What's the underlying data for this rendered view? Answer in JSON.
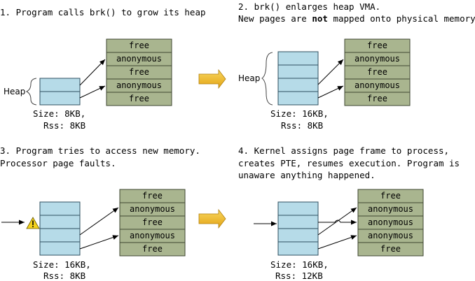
{
  "colors": {
    "heap_fill": "#b6dbe8",
    "heap_stroke": "#2f4f5f",
    "phys_fill": "#a9b58f",
    "phys_stroke": "#3e4632",
    "arrow_fill": "#f2b81b",
    "warning_fill": "#f4d21d",
    "line": "#000000"
  },
  "steps": [
    {
      "caption_lines": [
        "1. Program calls brk() to grow its heap"
      ],
      "heap_label": "Heap",
      "size_label": "Size: 8KB,",
      "rss_label": "Rss: 8KB",
      "frames": [
        "free",
        "anonymous",
        "free",
        "anonymous",
        "free"
      ]
    },
    {
      "caption_lines": [
        "2. brk() enlarges heap VMA.",
        "New pages are not mapped onto physical memory."
      ],
      "caption_emphasis": "not",
      "heap_label": "Heap",
      "size_label": "Size: 16KB,",
      "rss_label": "Rss: 8KB",
      "frames": [
        "free",
        "anonymous",
        "free",
        "anonymous",
        "free"
      ]
    },
    {
      "caption_lines": [
        "3. Program tries to access new memory.",
        "Processor page faults."
      ],
      "size_label": "Size: 16KB,",
      "rss_label": "Rss: 8KB",
      "frames": [
        "free",
        "anonymous",
        "free",
        "anonymous",
        "free"
      ]
    },
    {
      "caption_lines": [
        "4. Kernel assigns page frame to process,",
        "creates PTE, resumes execution. Program is",
        "unaware anything happened."
      ],
      "size_label": "Size: 16KB,",
      "rss_label": "Rss: 12KB",
      "frames": [
        "free",
        "anonymous",
        "anonymous",
        "anonymous",
        "free"
      ]
    }
  ]
}
